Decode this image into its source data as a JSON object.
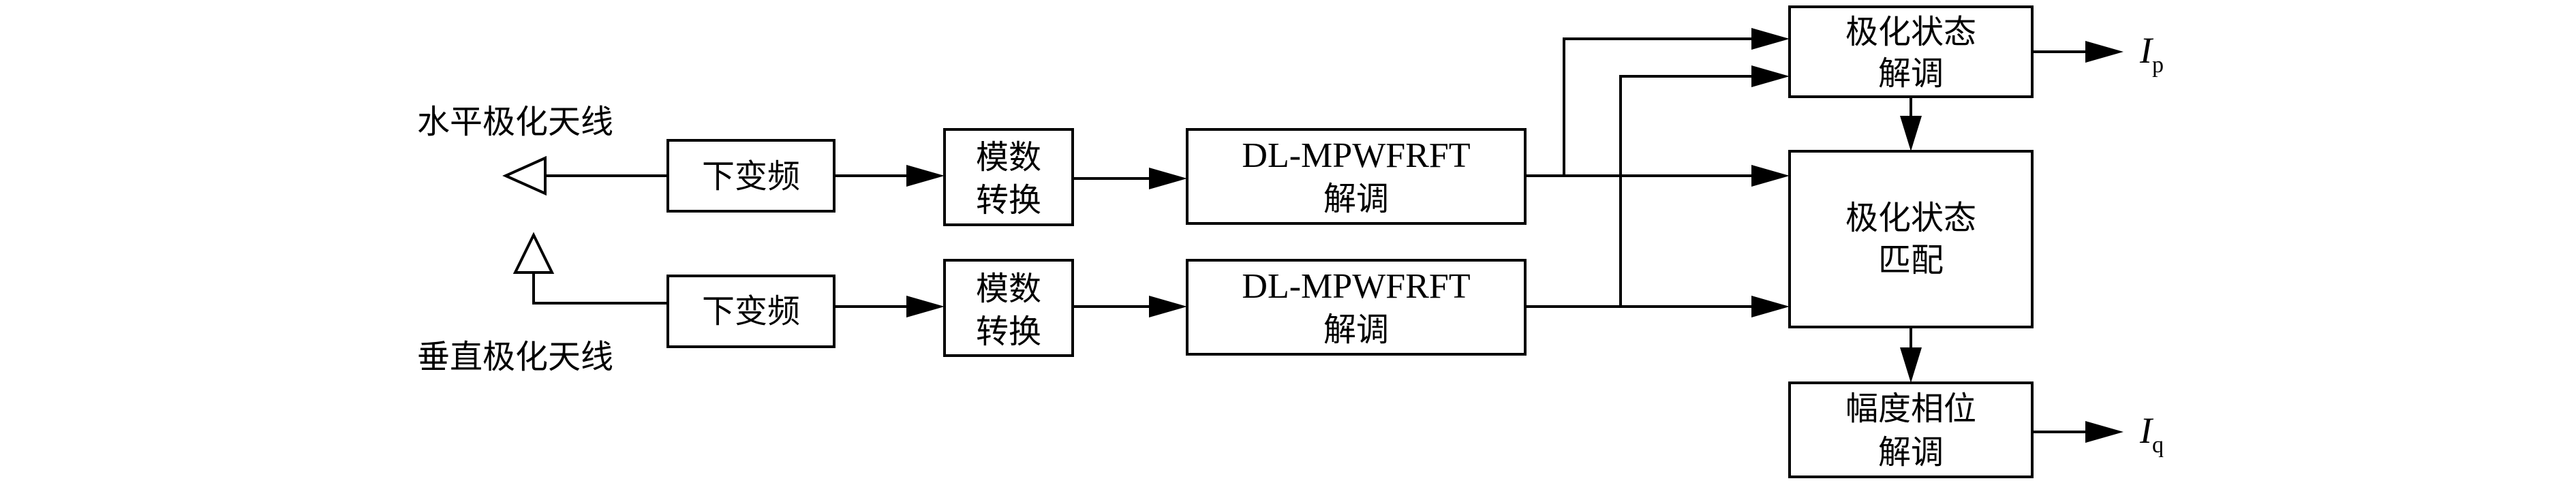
{
  "antennas": {
    "horizontal": "水平极化天线",
    "vertical": "垂直极化天线"
  },
  "blocks": {
    "downconvert": "下变频",
    "adc_line1": "模数",
    "adc_line2": "转换",
    "demod_line1": "DL-MPWFRFT",
    "demod_line2": "解调",
    "pol_demod_line1": "极化状态",
    "pol_demod_line2": "解调",
    "pol_match_line1": "极化状态",
    "pol_match_line2": "匹配",
    "ap_demod_line1": "幅度相位",
    "ap_demod_line2": "解调"
  },
  "outputs": {
    "p_main": "I",
    "p_sub": "p",
    "q_main": "I",
    "q_sub": "q"
  }
}
